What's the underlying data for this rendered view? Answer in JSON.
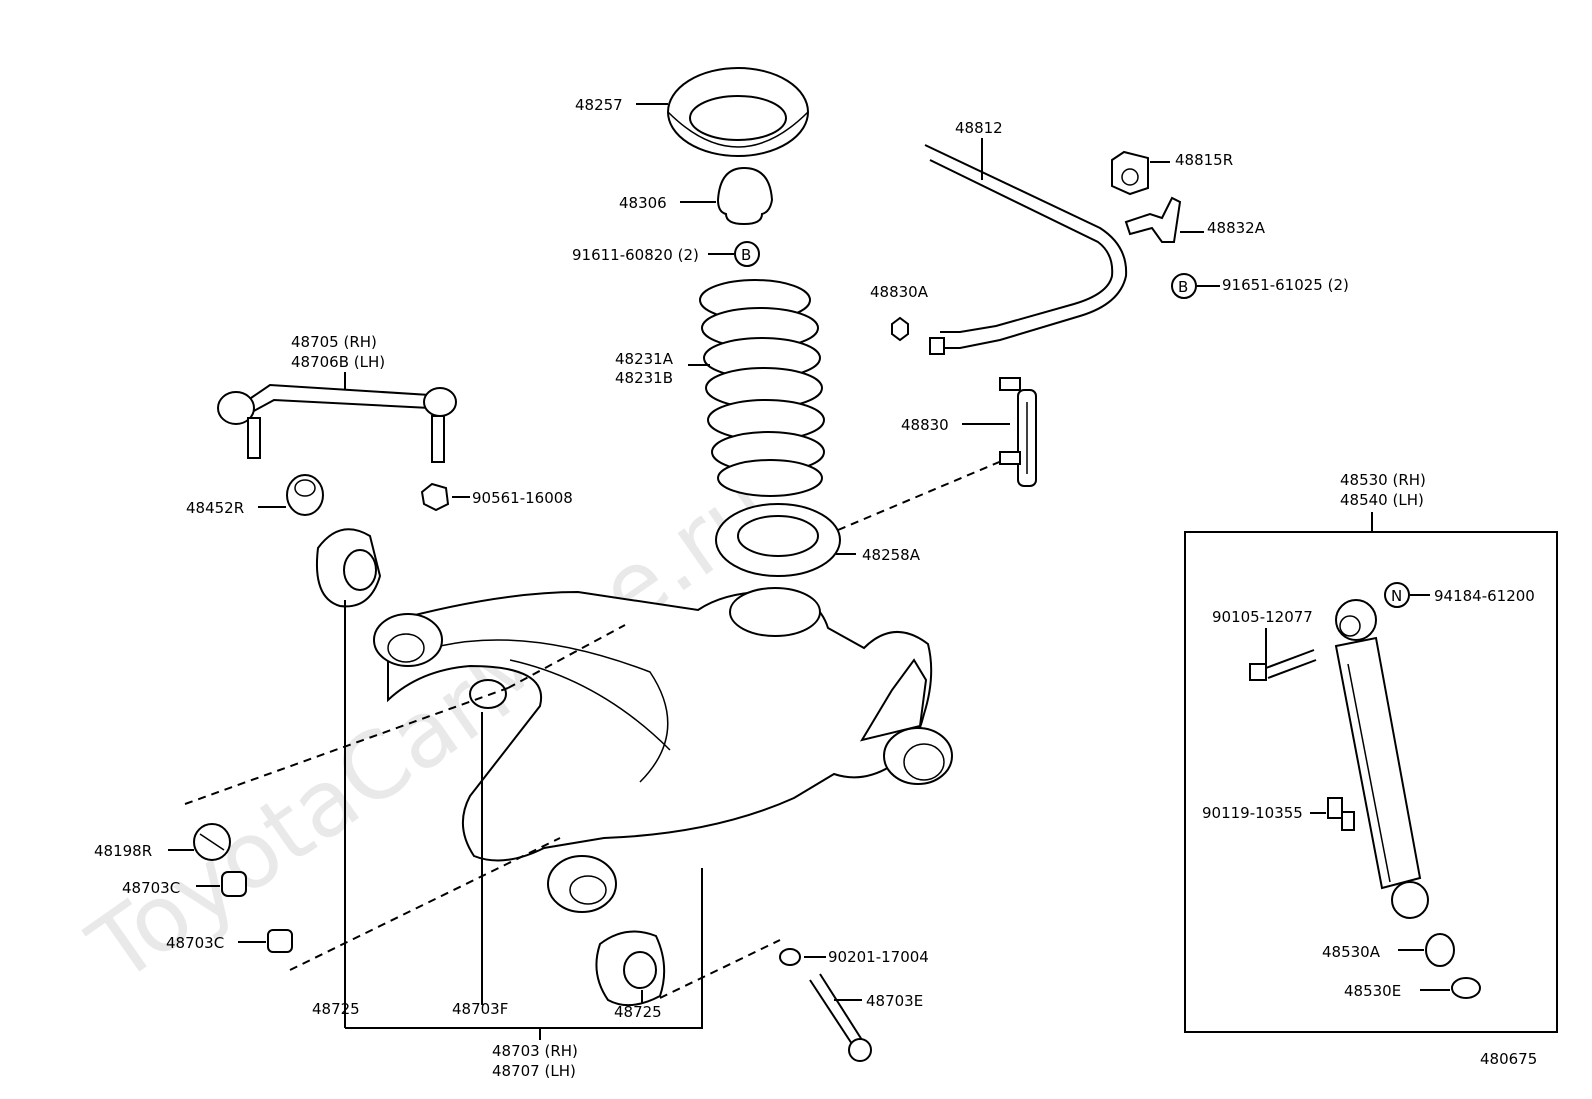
{
  "watermark": "ToyotaCarMine.ru",
  "diagram_id": "480675",
  "markers": {
    "b": "B",
    "n": "N"
  },
  "parts": {
    "p48257": "48257",
    "p48306": "48306",
    "p91611": "91611-60820 (2)",
    "p48231a": "48231A",
    "p48231b": "48231B",
    "p48258a": "48258A",
    "p48812": "48812",
    "p48815r": "48815R",
    "p48832a": "48832A",
    "p91651": "91651-61025 (2)",
    "p48830a": "48830A",
    "p48830": "48830",
    "p48705": "48705   (RH)",
    "p48706b": "48706B (LH)",
    "p48452r": "48452R",
    "p90561": "90561-16008",
    "p48198r": "48198R",
    "p48703c_top": "48703C",
    "p48703c": "48703C",
    "p48725_left": "48725",
    "p48703f": "48703F",
    "p48725_right": "48725",
    "p48703rh": "48703 (RH)",
    "p48707lh": "48707 (LH)",
    "p90201": "90201-17004",
    "p48703e": "48703E",
    "p48530rh": "48530 (RH)",
    "p48540lh": "48540 (LH)",
    "p94184": "94184-61200",
    "p90105": "90105-12077",
    "p90119": "90119-10355",
    "p48530a": "48530A",
    "p48530e": "48530E"
  }
}
